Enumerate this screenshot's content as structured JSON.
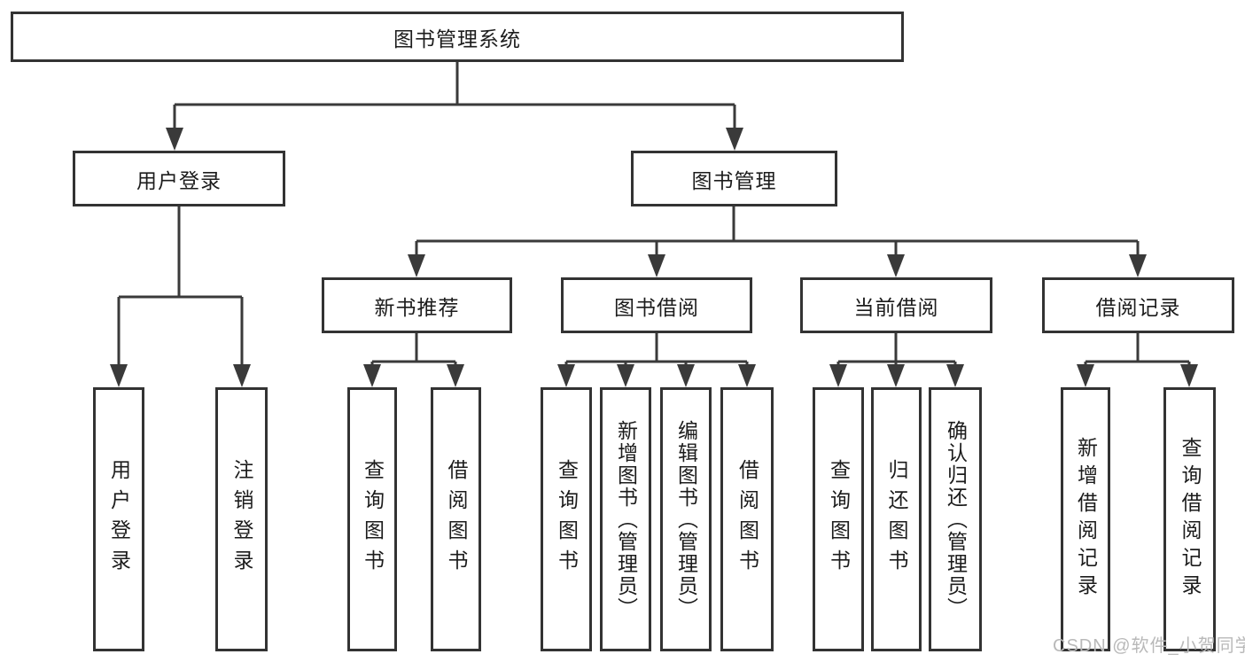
{
  "diagram": {
    "title": "图书管理系统",
    "type": "hierarchy",
    "colors": {
      "line": "#3a3a3a",
      "box_border": "#333333",
      "text": "#1c1c1c",
      "background": "#ffffff",
      "watermark": "#b9b9b9"
    },
    "tree": {
      "label": "图书管理系统",
      "children": [
        {
          "label": "用户登录",
          "children": [
            {
              "label": "用户登录"
            },
            {
              "label": "注销登录"
            }
          ]
        },
        {
          "label": "图书管理",
          "children": [
            {
              "label": "新书推荐",
              "children": [
                {
                  "label": "查询图书"
                },
                {
                  "label": "借阅图书"
                }
              ]
            },
            {
              "label": "图书借阅",
              "children": [
                {
                  "label": "查询图书"
                },
                {
                  "label": "新增图书（管理员）"
                },
                {
                  "label": "编辑图书（管理员）"
                },
                {
                  "label": "借阅图书"
                }
              ]
            },
            {
              "label": "当前借阅",
              "children": [
                {
                  "label": "查询图书"
                },
                {
                  "label": "归还图书"
                },
                {
                  "label": "确认归还（管理员）"
                }
              ]
            },
            {
              "label": "借阅记录",
              "children": [
                {
                  "label": "新增借阅记录"
                },
                {
                  "label": "查询借阅记录"
                }
              ]
            }
          ]
        }
      ]
    }
  },
  "watermark": {
    "text": "CSDN @软件_小贺同学"
  }
}
